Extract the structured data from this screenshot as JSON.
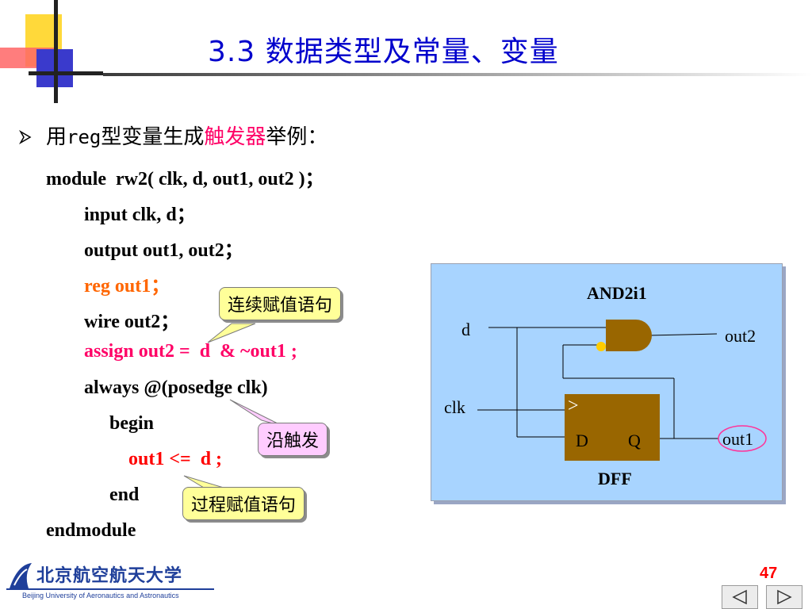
{
  "slide": {
    "title": "3.3  数据类型及常量、变量",
    "heading": {
      "prefix": "用",
      "mono": "reg",
      "middle": "型变量生成",
      "highlight": "触发器",
      "suffix": "举例："
    },
    "code": {
      "l1": "module  rw2( clk, d, out1, out2 )；",
      "l2": "input clk, d；",
      "l3": "output out1, out2；",
      "l4": "reg out1；",
      "l5": "wire out2；",
      "l6": "assign out2 =  d  & ~out1 ;",
      "l7": "always @(posedge clk)",
      "l8": "begin",
      "l9": "out1 <=  d ;",
      "l10": "end",
      "l11": "endmodule"
    },
    "callouts": {
      "continuous": "连续赋值语句",
      "edge": "沿触发",
      "procedural": "过程赋值语句"
    },
    "page_number": "47"
  },
  "diagram": {
    "gate_label": "AND2i1",
    "dff_label": "DFF",
    "pin_d": "D",
    "pin_q": "Q",
    "clk_symbol": ">",
    "sig_d": "d",
    "sig_clk": "clk",
    "sig_out2": "out2",
    "sig_out1": "out1"
  },
  "logo": {
    "cn": "北京航空航天大学",
    "en": "Beijing University of Aeronautics and Astronautics"
  },
  "colors": {
    "title": "#0000cc",
    "reg_line": "#ff6600",
    "assign_line": "#ff0066",
    "out1_line": "#ff0000",
    "diagram_bg": "#a8d4ff",
    "gate": "#996600"
  }
}
